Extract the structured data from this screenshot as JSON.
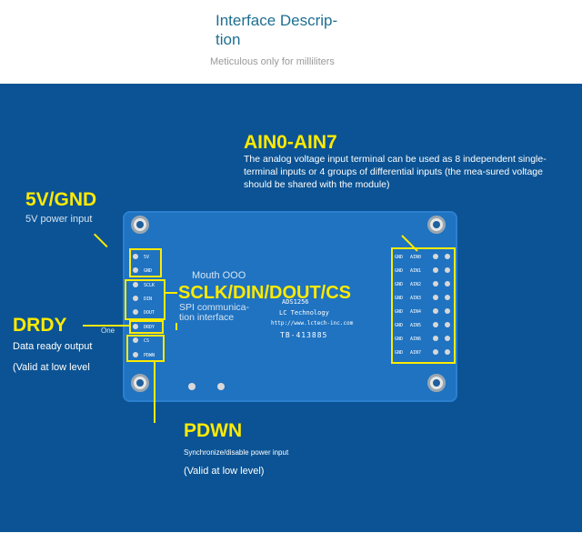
{
  "header": {
    "title": "Interface Descrip-\ntion",
    "subtitle": "Meticulous only for milliliters"
  },
  "ain": {
    "title": "AIN0-AIN7",
    "desc": "The analog voltage input terminal can be used as 8 independent single-terminal inputs or 4 groups of differential inputs (the mea-sured voltage should be shared with the module)"
  },
  "power": {
    "title": "5V/GND",
    "desc": "5V power input"
  },
  "spi": {
    "mouth": "Mouth OOO",
    "title": "SCLK/DIN/DOUT/CS",
    "desc": "SPI communica-\ntion interface"
  },
  "drdy": {
    "title": "DRDY",
    "one": "One",
    "desc": "Data ready output",
    "valid": "(Valid at low level"
  },
  "pdwn": {
    "title": "PDWN",
    "desc": "Synchronize/disable power input",
    "valid": "(Valid at low level)"
  },
  "board": {
    "chip": "ADS1256",
    "maker": "LC Technology",
    "url": "http://www.lctech-inc.com",
    "model": "TB-413885",
    "left_pins": [
      "5V",
      "GND",
      "SCLK",
      "DIN",
      "DOUT",
      "DRDY",
      "CS",
      "PDWN"
    ],
    "right_gnd": [
      "GND",
      "GND",
      "GND",
      "GND",
      "GND",
      "GND",
      "GND",
      "GND"
    ],
    "right_ain": [
      "AIN0",
      "AIN1",
      "AIN2",
      "AIN3",
      "AIN4",
      "AIN5",
      "AIN6",
      "AIN7"
    ]
  },
  "colors": {
    "panel": "#0b5394",
    "highlight": "#ffea00",
    "title": "#1d6f91"
  }
}
